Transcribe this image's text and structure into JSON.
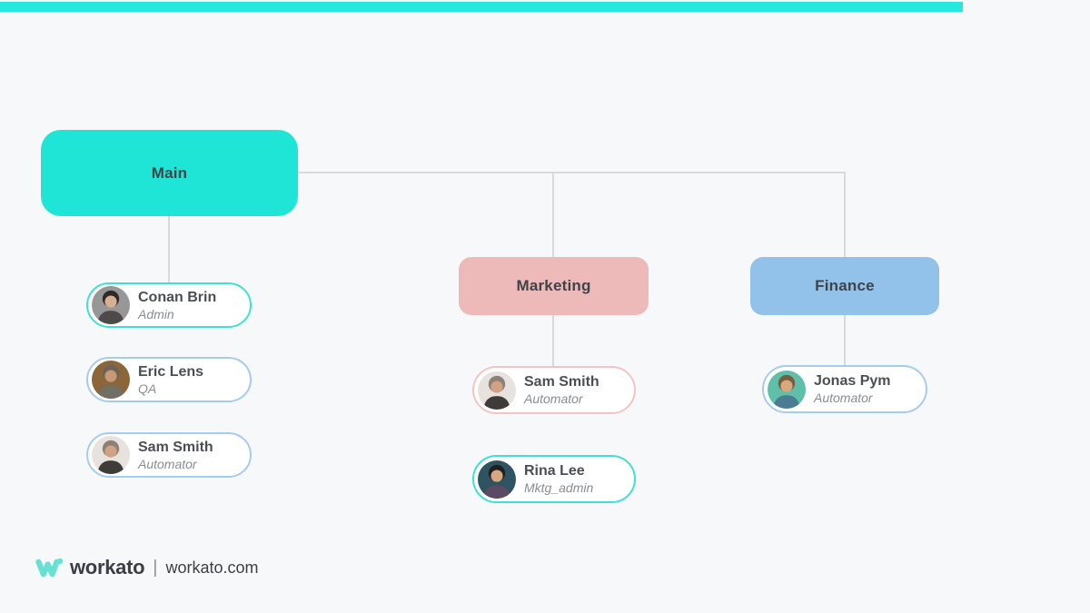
{
  "page": {
    "background_color": "#f7f8fa",
    "accent_bar_color": "#26e8dc",
    "connector_color": "#d9d9d9"
  },
  "org_chart": {
    "departments": [
      {
        "label": "Main",
        "fill": "#1fe5d7",
        "members": [
          {
            "name": "Conan Brin",
            "role": "Admin",
            "border_color": "#3ee0d3",
            "avatar": {
              "bg": "#979797",
              "hair": "#2f2a28",
              "skin": "#d9af92",
              "shirt": "#4e4a49"
            }
          },
          {
            "name": "Eric Lens",
            "role": "QA",
            "border_color": "#a6cbf0",
            "avatar": {
              "bg": "#8a6638",
              "hair": "#6e6257",
              "skin": "#c59b76",
              "shirt": "#6f6f66"
            }
          },
          {
            "name": "Sam Smith",
            "role": "Automator",
            "border_color": "#a6cbf0",
            "avatar": {
              "bg": "#e7e2dd",
              "hair": "#8c8077",
              "skin": "#cfa384",
              "shirt": "#3f3b38"
            }
          }
        ]
      },
      {
        "label": "Marketing",
        "fill": "#edb9b9",
        "members": [
          {
            "name": "Sam Smith",
            "role": "Automator",
            "border_color": "#f3c4c2",
            "avatar": {
              "bg": "#e7e2dd",
              "hair": "#8c8077",
              "skin": "#cfa384",
              "shirt": "#3f3b38"
            }
          },
          {
            "name": "Rina Lee",
            "role": "Mktg_admin",
            "border_color": "#3ee0d3",
            "avatar": {
              "bg": "#2e5361",
              "hair": "#231f20",
              "skin": "#d7a77f",
              "shirt": "#5c4a63"
            }
          }
        ]
      },
      {
        "label": "Finance",
        "fill": "#92c1ea",
        "members": [
          {
            "name": "Jonas Pym",
            "role": "Automator",
            "border_color": "#a6cbf0",
            "avatar": {
              "bg": "#5fbfa8",
              "hair": "#7a5c3e",
              "skin": "#d8a87e",
              "shirt": "#4a7d94"
            }
          }
        ]
      }
    ]
  },
  "footer": {
    "brand": "workato",
    "separator": "|",
    "site": "workato.com",
    "logo_color": "#67e1d1"
  }
}
